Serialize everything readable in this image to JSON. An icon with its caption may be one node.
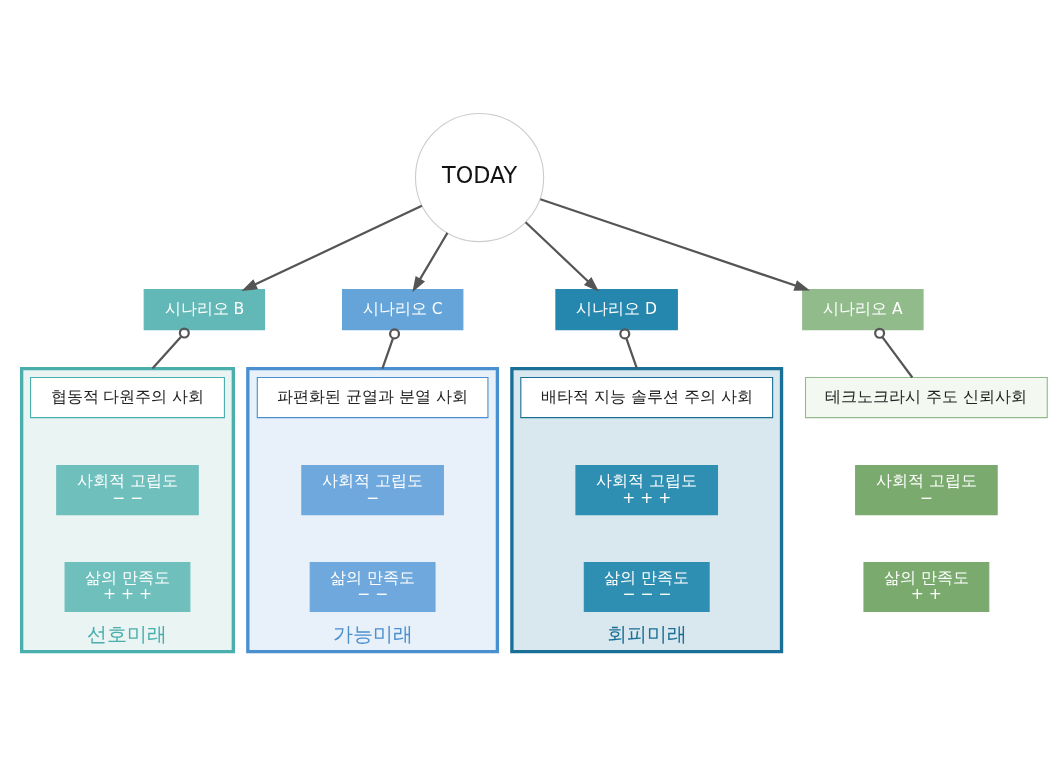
{
  "diagram": {
    "nodes": [
      {
        "text": [
          "TODAY"
        ]
      },
      {
        "text": [
          "시나리오 A"
        ]
      },
      {
        "text": [
          "시나리오 B"
        ]
      },
      {
        "text": [
          "시나리오 C"
        ]
      },
      {
        "text": [
          "시나리오 D"
        ]
      },
      {
        "text": [
          "테크노크라시 주도 신뢰사회"
        ]
      },
      {
        "text": [
          "사회적 고립도",
          "−"
        ]
      },
      {
        "text": [
          "삶의 만족도",
          "+ +"
        ]
      },
      {
        "text": [
          "선호미래"
        ]
      },
      {
        "text": [
          "협동적 다원주의 사회"
        ],
        "in": 8
      },
      {
        "text": [
          "사회적 고립도",
          "− −"
        ],
        "in": 8
      },
      {
        "text": [
          "삶의 만족도",
          "+ + +"
        ],
        "in": 8
      },
      {
        "text": [
          "가능미래"
        ]
      },
      {
        "text": [
          "파편화된 균열과 분열 사회"
        ],
        "in": 12
      },
      {
        "text": [
          "사회적 고립도",
          "−"
        ],
        "in": 12
      },
      {
        "text": [
          "삶의 만족도",
          "− −"
        ],
        "in": 12
      },
      {
        "text": [
          "회피미래"
        ]
      },
      {
        "text": [
          "배타적 지능 솔루션 주의 사회"
        ],
        "in": 16
      },
      {
        "text": [
          "사회적 고립도",
          "+ + +"
        ],
        "in": 16
      },
      {
        "text": [
          "삶의 만족도",
          "− − −"
        ],
        "in": 16
      }
    ],
    "edges": [
      {
        "from": 0,
        "to": 1,
        "arrow": "to"
      },
      {
        "from": 0,
        "to": 2,
        "arrow": "to"
      },
      {
        "from": 0,
        "to": 3,
        "arrow": "to"
      },
      {
        "from": 0,
        "to": 4,
        "arrow": "to"
      },
      {
        "from": 1,
        "to": 5,
        "arrow": "other"
      },
      {
        "from": 2,
        "to": 8,
        "arrow": "other"
      },
      {
        "from": 3,
        "to": 12,
        "arrow": "other"
      },
      {
        "from": 4,
        "to": 16,
        "arrow": "other"
      }
    ]
  }
}
